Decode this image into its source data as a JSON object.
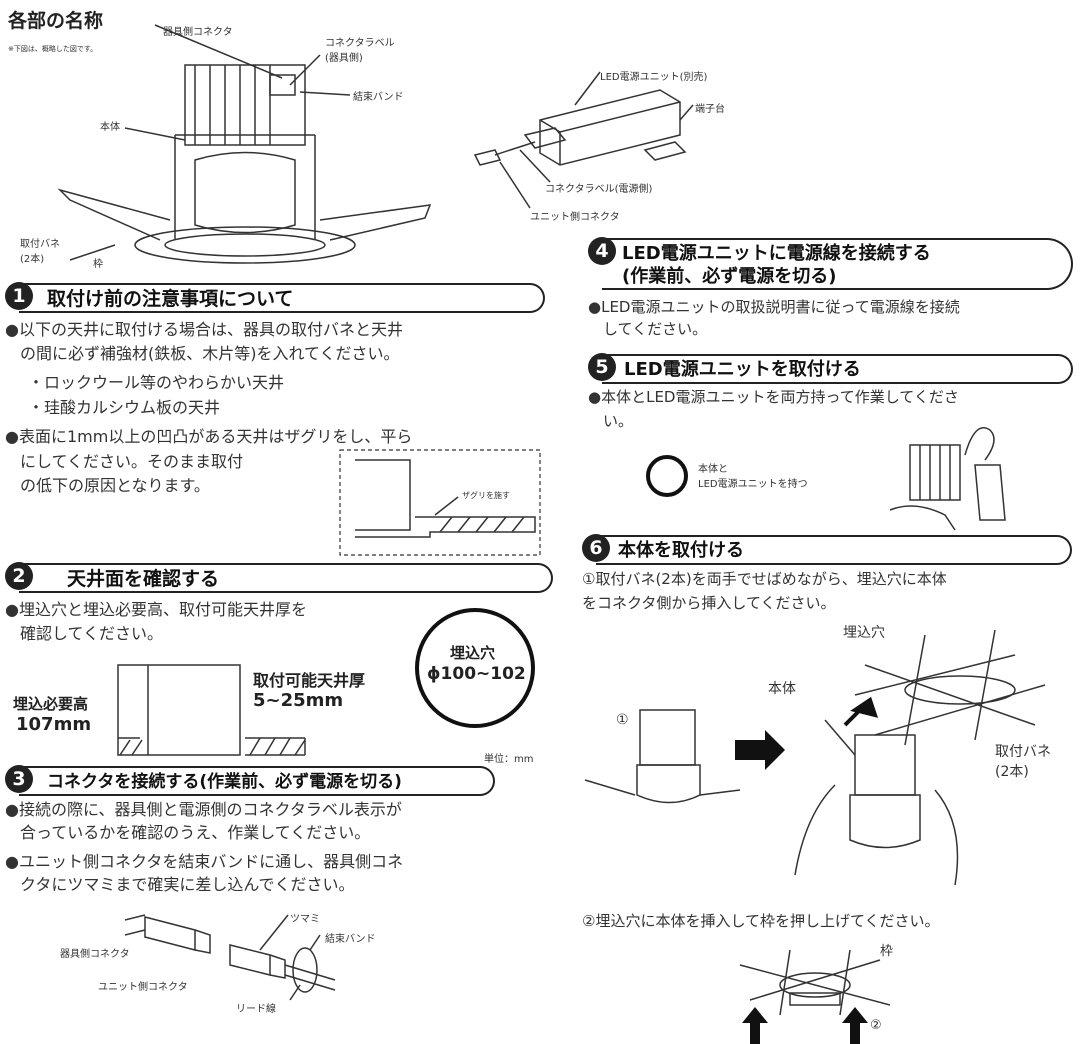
{
  "parts": {
    "title": "各部の名称",
    "note": "※下図は、概略した図です。",
    "fixture_connector": "器具側コネクタ",
    "connector_label_fixture": "コネクタラベル\n(器具側)",
    "binding_band": "結束バンド",
    "body": "本体",
    "mount_spring": "取付バネ\n(2本)",
    "frame": "枠",
    "led_unit": "LED電源ユニット(別売)",
    "terminal_block": "端子台",
    "connector_label_power": "コネクタラベル(電源側)",
    "unit_connector": "ユニット側コネクタ"
  },
  "s1": {
    "num": "1",
    "title": "取付け前の注意事項について",
    "b1a": "●以下の天井に取付ける場合は、器具の取付バネと天井",
    "b1b": "の間に必ず補強材(鉄板、木片等)を入れてください。",
    "sub1": "・ロックウール等のやわらかい天井",
    "sub2": "・珪酸カルシウム板の天井",
    "b2a": "●表面に1mm以上の凹凸がある天井はザグリをし、平ら",
    "b2b": "にしてください。そのまま取付",
    "b2c": "の低下の原因となります。",
    "zaguri": "ザグリを施す"
  },
  "s2": {
    "num": "2",
    "title": "天井面を確認する",
    "b1a": "●埋込穴と埋込必要高、取付可能天井厚を",
    "b1b": "確認してください。",
    "height_label": "埋込必要高",
    "height_value": "107mm",
    "thick_label": "取付可能天井厚",
    "thick_value": "5~25mm",
    "hole_label": "埋込穴",
    "hole_value": "ϕ100~102",
    "unit": "単位：mm"
  },
  "s3": {
    "num": "3",
    "title": "コネクタを接続する(作業前、必ず電源を切る)",
    "b1a": "●接続の際に、器具側と電源側のコネクタラベル表示が",
    "b1b": "合っているかを確認のうえ、作業してください。",
    "b2a": "●ユニット側コネクタを結束バンドに通し、器具側コネ",
    "b2b": "クタにツマミまで確実に差し込んでください。",
    "tsumami": "ツマミ",
    "binding_band": "結束バンド",
    "fixture_connector": "器具側コネクタ",
    "unit_connector": "ユニット側コネクタ",
    "lead": "リード線"
  },
  "s4": {
    "num": "4",
    "title1": "LED電源ユニットに電源線を接続する",
    "title2": "(作業前、必ず電源を切る)",
    "b1a": "●LED電源ユニットの取扱説明書に従って電源線を接続",
    "b1b": "してください。"
  },
  "s5": {
    "num": "5",
    "title": "LED電源ユニットを取付ける",
    "b1a": "●本体とLED電源ユニットを両方持って作業してくださ",
    "b1b": "い。",
    "hold1": "本体と",
    "hold2": "LED電源ユニットを持つ"
  },
  "s6": {
    "num": "6",
    "title": "本体を取付ける",
    "step1a": "①取付バネ(2本)を両手でせばめながら、埋込穴に本体",
    "step1b": "をコネクタ側から挿入してください。",
    "hole": "埋込穴",
    "body": "本体",
    "spring": "取付バネ\n(2本)",
    "mark1": "①",
    "step2": "②埋込穴に本体を挿入して枠を押し上げてください。",
    "frame": "枠",
    "mark2": "②"
  }
}
